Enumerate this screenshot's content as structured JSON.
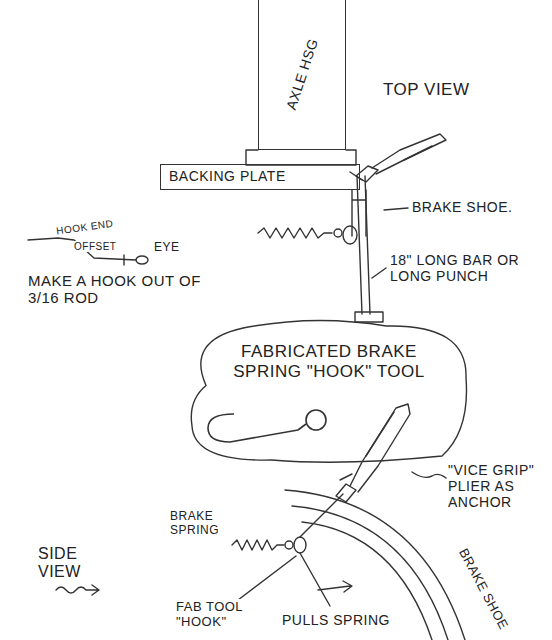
{
  "diagram": {
    "nodes": [
      {
        "text": [
          "AXLE HSG"
        ]
      },
      {
        "text": [
          "BACKING PLATE"
        ]
      },
      {
        "text": [
          "FABRICATED BRAKE SPRING \"HOOK\" TOOL"
        ]
      }
    ],
    "labels": [
      "TOP VIEW",
      "BRAKE SHOE.",
      "18\" LONG BAR OR LONG PUNCH",
      "HOOK END",
      "OFFSET",
      "EYE",
      "MAKE A HOOK OUT OF 3/16 ROD",
      "SIDE VIEW",
      "BRAKE SPRING",
      "\"VICE GRIP\" PLIER AS ANCHOR",
      "BRAKE SHOE",
      "FAB TOOL \"HOOK\"",
      "PULLS SPRING"
    ]
  }
}
